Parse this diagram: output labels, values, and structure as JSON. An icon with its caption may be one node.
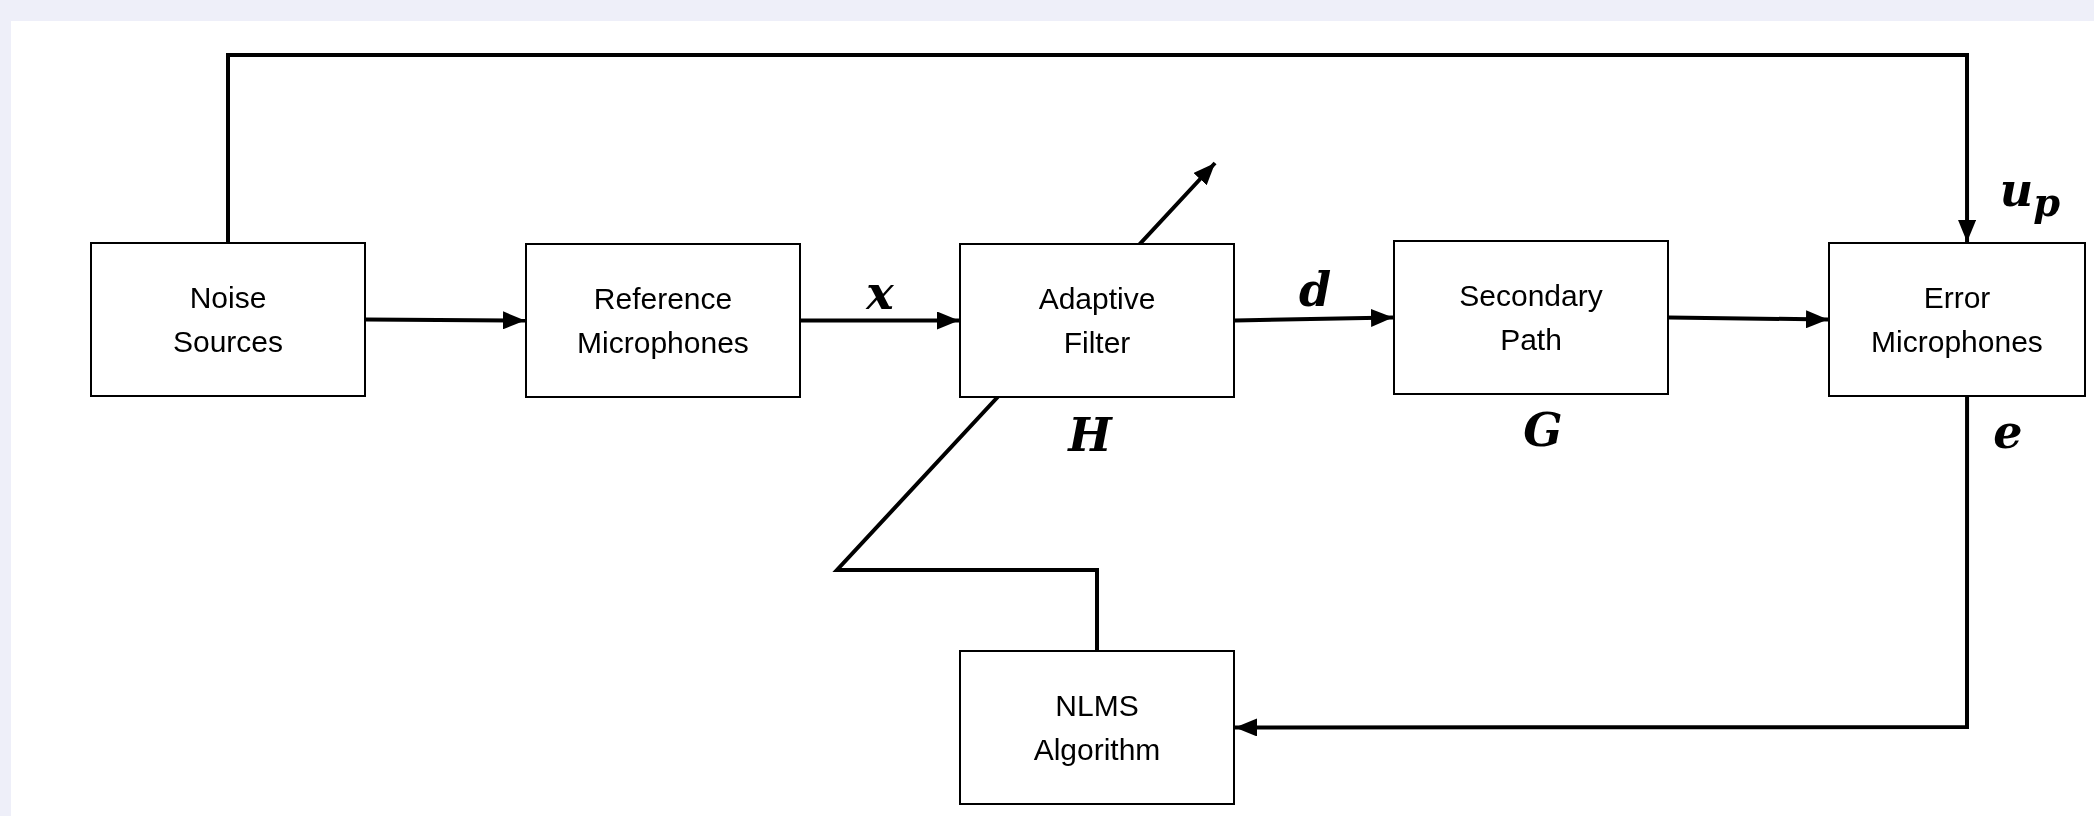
{
  "diagram": {
    "nodes": [
      {
        "text": [
          "Noise Sources"
        ]
      },
      {
        "text": [
          "Reference Microphones"
        ]
      },
      {
        "text": [
          "Adaptive Filter"
        ],
        "beside": [
          "H"
        ]
      },
      {
        "text": [
          "Secondary Path"
        ],
        "beside": [
          "G"
        ]
      },
      {
        "text": [
          "Error Microphones"
        ]
      },
      {
        "text": [
          "NLMS Algorithm"
        ]
      }
    ],
    "edges": [
      {
        "from": 0,
        "to": 1,
        "arrow": "to"
      },
      {
        "from": 1,
        "to": 2,
        "arrow": "to",
        "label": "x"
      },
      {
        "from": 2,
        "to": 3,
        "arrow": "to",
        "label": "d"
      },
      {
        "from": 3,
        "to": 4,
        "arrow": "to"
      },
      {
        "from": 0,
        "to": 4,
        "arrow": "to",
        "label": "u$_{p}$"
      },
      {
        "from": 4,
        "to": 5,
        "arrow": "to",
        "label": "e"
      },
      {
        "from": 5,
        "to": 2,
        "arrow": "to"
      }
    ]
  }
}
